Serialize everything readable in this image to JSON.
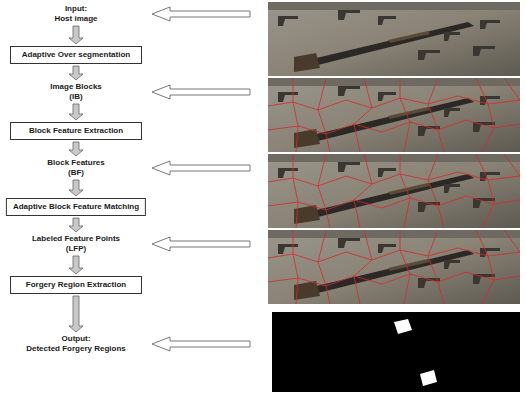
{
  "diagram": {
    "nodes": [
      {
        "text": [
          "Input:",
          "Host image"
        ]
      },
      {
        "text": [
          "Adaptive Over segmentation"
        ]
      },
      {
        "text": [
          "Image Blocks (IB)"
        ]
      },
      {
        "text": [
          "Block Feature Extraction"
        ]
      },
      {
        "text": [
          "Block Features (BF)"
        ]
      },
      {
        "text": [
          "Adaptive Block Feature Matching"
        ]
      },
      {
        "text": [
          "Labeled Feature Points (LFP)"
        ]
      },
      {
        "text": [
          "Forgery Region Extraction"
        ]
      },
      {
        "text": [
          "Output:",
          "Detected Forgery Regions"
        ]
      }
    ],
    "edges": [
      {
        "from": 0,
        "to": 1,
        "arrow": "to"
      },
      {
        "from": 1,
        "to": 2,
        "arrow": "to"
      },
      {
        "from": 2,
        "to": 3,
        "arrow": "to"
      },
      {
        "from": 3,
        "to": 4,
        "arrow": "to"
      },
      {
        "from": 4,
        "to": 5,
        "arrow": "to"
      },
      {
        "from": 5,
        "to": 6,
        "arrow": "to"
      },
      {
        "from": 6,
        "to": 7,
        "arrow": "to"
      },
      {
        "from": 7,
        "to": 8,
        "arrow": "to"
      }
    ]
  }
}
